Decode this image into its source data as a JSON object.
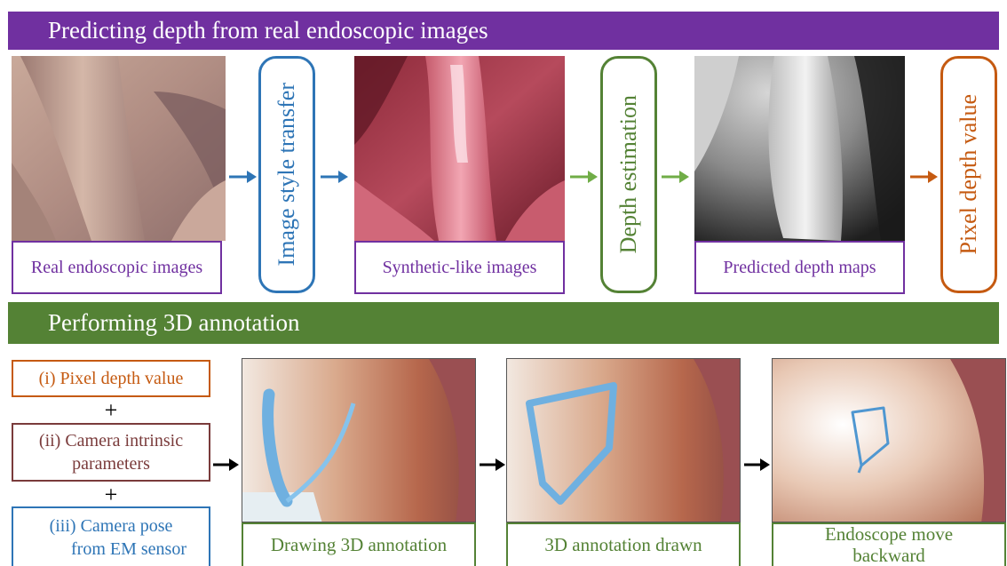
{
  "colors": {
    "purple": "#7030a0",
    "green": "#548235",
    "blue": "#2e75b6",
    "orange": "#c55a11",
    "brown": "#7a3b3b"
  },
  "banners": {
    "top": "Predicting depth from real endoscopic images",
    "bottom": "Performing 3D annotation"
  },
  "pipeline": {
    "real_caption": "Real endoscopic images",
    "style_transfer": "Image style transfer",
    "synthetic_caption": "Synthetic-like images",
    "depth_estimation": "Depth estimation",
    "depth_caption": "Predicted depth maps",
    "pixel_depth": "Pixel depth value"
  },
  "inputs": {
    "pixel_depth": "(i) Pixel depth value",
    "camera_intrinsic": "(ii) Camera intrinsic parameters",
    "camera_pose_1": "(iii) Camera pose",
    "camera_pose_2": "from EM sensor",
    "plus": "+"
  },
  "annotation": {
    "drawing": "Drawing 3D annotation",
    "drawn": "3D annotation drawn",
    "move_1": "Endoscope move",
    "move_2": "backward"
  }
}
